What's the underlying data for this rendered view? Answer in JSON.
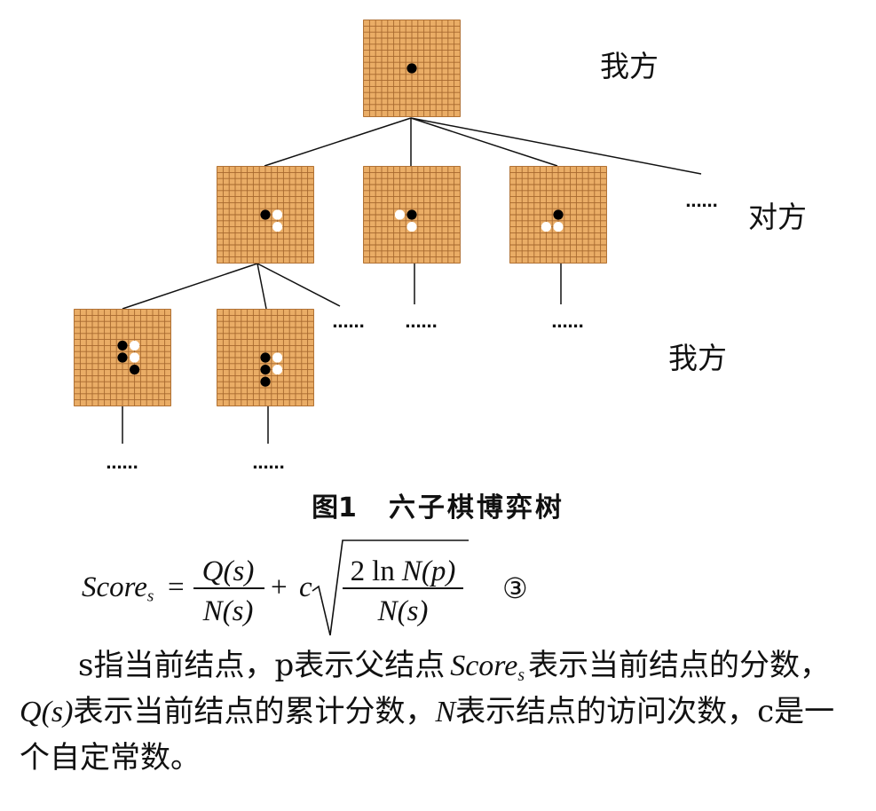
{
  "colors": {
    "board": "#EAAD66",
    "grid": "#A7692F",
    "black_stone": "#000000",
    "white_stone": "#FFFFFF",
    "edge": "#111111"
  },
  "figure": {
    "grid_lines": 17,
    "nodes": {
      "root": {
        "stones": [
          {
            "row": 8,
            "col": 8,
            "color": "black"
          }
        ]
      },
      "l2_1": {
        "stones": [
          {
            "row": 8,
            "col": 8,
            "color": "black"
          },
          {
            "row": 8,
            "col": 10,
            "color": "white"
          },
          {
            "row": 10,
            "col": 10,
            "color": "white"
          }
        ]
      },
      "l2_2": {
        "stones": [
          {
            "row": 8,
            "col": 6,
            "color": "white"
          },
          {
            "row": 8,
            "col": 8,
            "color": "black"
          },
          {
            "row": 10,
            "col": 8,
            "color": "white"
          }
        ]
      },
      "l2_3": {
        "stones": [
          {
            "row": 8,
            "col": 8,
            "color": "black"
          },
          {
            "row": 10,
            "col": 6,
            "color": "white"
          },
          {
            "row": 10,
            "col": 8,
            "color": "white"
          }
        ]
      },
      "l3_1": {
        "stones": [
          {
            "row": 6,
            "col": 8,
            "color": "black"
          },
          {
            "row": 6,
            "col": 10,
            "color": "white"
          },
          {
            "row": 8,
            "col": 8,
            "color": "black"
          },
          {
            "row": 8,
            "col": 10,
            "color": "white"
          },
          {
            "row": 10,
            "col": 10,
            "color": "black"
          }
        ]
      },
      "l3_2": {
        "stones": [
          {
            "row": 8,
            "col": 8,
            "color": "black"
          },
          {
            "row": 8,
            "col": 10,
            "color": "white"
          },
          {
            "row": 10,
            "col": 8,
            "color": "black"
          },
          {
            "row": 10,
            "col": 10,
            "color": "white"
          },
          {
            "row": 12,
            "col": 8,
            "color": "black"
          }
        ]
      }
    },
    "player_labels": [
      "我方",
      "对方",
      "我方"
    ],
    "ellipses": [
      "......",
      "......",
      "......",
      "......",
      "......",
      "......"
    ],
    "caption": {
      "label": "图1",
      "title": "六子棋博弈树"
    }
  },
  "formula": {
    "lhs": "Score",
    "lhs_sub": "s",
    "equals": "=",
    "term1": {
      "num_fn": "Q",
      "num_arg": "(s)",
      "den_fn": "N",
      "den_arg": "(s)"
    },
    "plus": "+",
    "const": "c",
    "term2": {
      "num_coef": "2",
      "num_func": "ln",
      "num_fn": "N",
      "num_arg": "(p)",
      "den_fn": "N",
      "den_arg": "(s)"
    },
    "equation_number": "③"
  },
  "paragraph": {
    "line1": {
      "a": "s指当前结点，p表示父结点",
      "var": "Score",
      "var_sub": "s",
      "b": "表示当前结点的分数，"
    },
    "line2": {
      "fn": "Q",
      "arg": "(s)",
      "a": "表示当前结点的累计分数，",
      "var": "N",
      "b": "表示结点的访问次数，c是一"
    },
    "line3": {
      "a": "个自定常数。"
    }
  }
}
